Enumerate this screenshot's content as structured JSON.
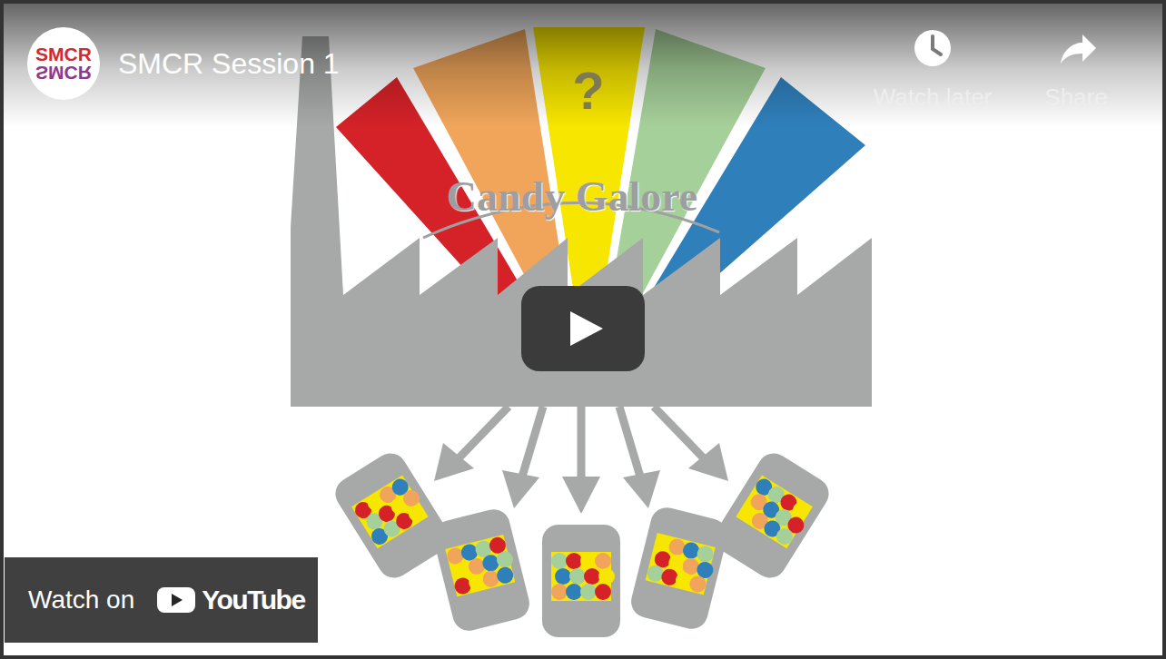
{
  "diagram": {
    "title": "SMCR Session 1",
    "nodes": [
      {
        "text": [
          "SMCR",
          "SMCR"
        ]
      },
      {
        "text": [
          "Watch on",
          "YouTube"
        ]
      }
    ],
    "labels": [
      "Watch later",
      "Share",
      "?",
      "Candy Galore"
    ]
  }
}
